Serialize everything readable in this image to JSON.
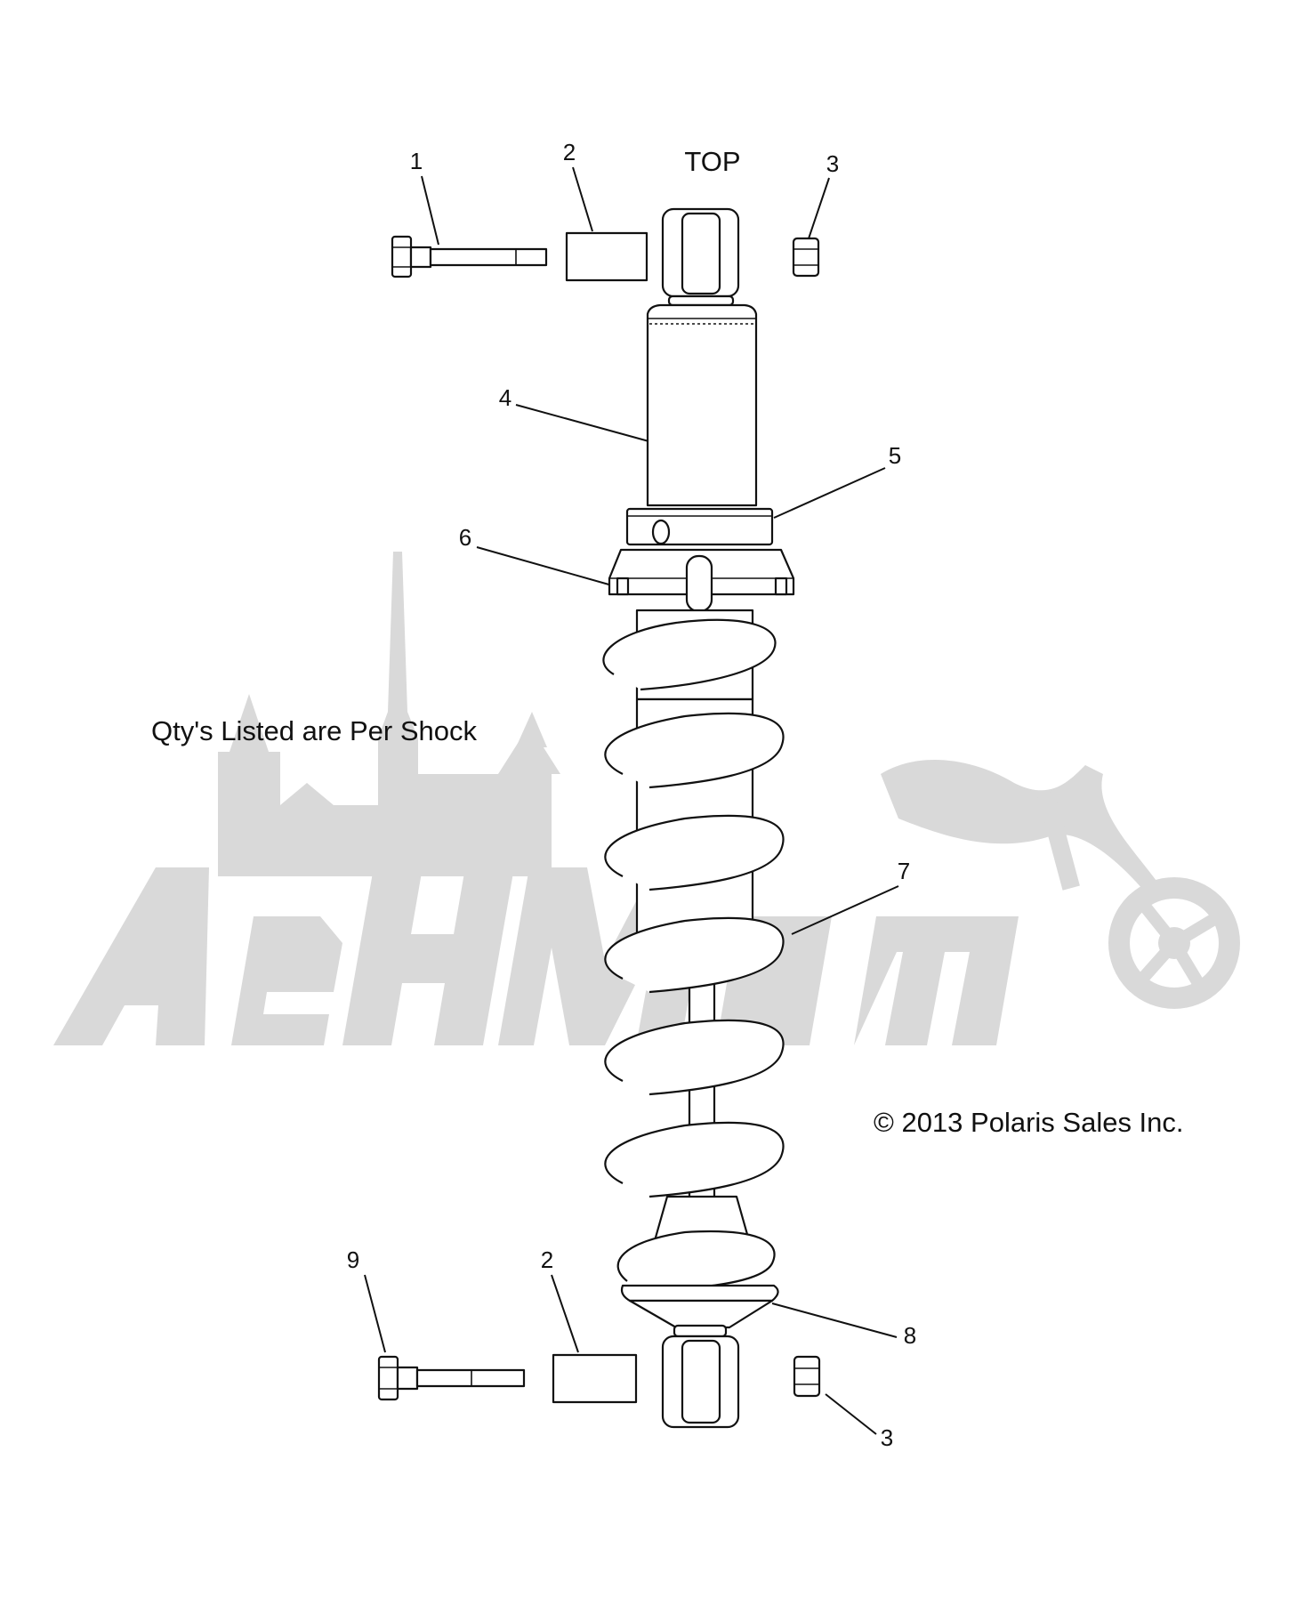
{
  "diagram": {
    "top_label": "TOP",
    "note": "Qty's Listed are Per Shock",
    "copyright": "© 2013 Polaris Sales Inc.",
    "watermark_text": "АснМото",
    "callouts": {
      "c1": "1",
      "c2_top": "2",
      "c3_top": "3",
      "c4": "4",
      "c5": "5",
      "c6": "6",
      "c7": "7",
      "c8": "8",
      "c9": "9",
      "c2_bottom": "2",
      "c3_bottom": "3"
    }
  }
}
